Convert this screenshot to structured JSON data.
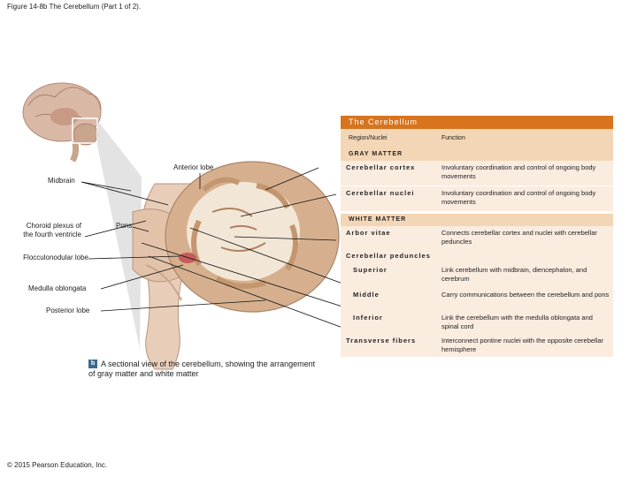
{
  "figure_title": "Figure 14-8b The Cerebellum (Part 1 of 2).",
  "copyright": "© 2015 Pearson Education, Inc.",
  "labels": {
    "anterior_lobe": "Anterior lobe",
    "midbrain": "Midbrain",
    "pons": "Pons",
    "choroid_plexus": "Choroid plexus of the fourth ventricle",
    "flocculonodular": "Flocculonodular lobe",
    "medulla": "Medulla oblongata",
    "posterior_lobe": "Posterior lobe"
  },
  "caption": {
    "badge": "b",
    "text": "A sectional view of the cerebellum, showing the arrangement of gray matter and white matter"
  },
  "table": {
    "title": "The Cerebellum",
    "col_region": "Region/Nuclei",
    "col_function": "Function",
    "gray_matter": "GRAY MATTER",
    "white_matter": "WHITE MATTER",
    "rows_gray": [
      {
        "name": "Cerebellar cortex",
        "function": "Involuntary coordination and control of ongoing body movements"
      },
      {
        "name": "Cerebellar nuclei",
        "function": "Involuntary coordination and control of ongoing body movements"
      }
    ],
    "arbor_vitae": {
      "name": "Arbor vitae",
      "function": "Connects cerebellar cortex and nuclei with cerebellar peduncles"
    },
    "peduncles_heading": "Cerebellar peduncles",
    "peduncles": [
      {
        "name": "Superior",
        "function": "Link cerebellum with midbrain, diencephalon, and cerebrum"
      },
      {
        "name": "Middle",
        "function": "Carry communications between the cerebellum and pons"
      },
      {
        "name": "Inferior",
        "function": "Link the cerebellum with the medulla oblongata and spinal cord"
      }
    ],
    "transverse": {
      "name": "Transverse fibers",
      "function": "Interconnect pontine nuclei with the opposite cerebellar hemisphere"
    }
  }
}
